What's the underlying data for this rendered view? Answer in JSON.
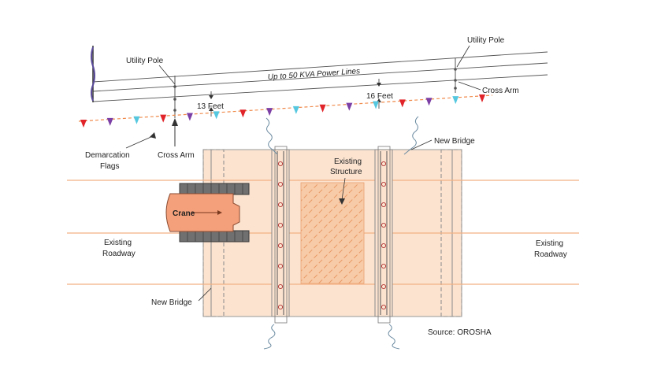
{
  "labels": {
    "utility_pole_left": "Utility Pole",
    "utility_pole_right": "Utility Pole",
    "power_lines": "Up to 50 KVA Power Lines",
    "clearance_13": "13 Feet",
    "clearance_16": "16 Feet",
    "cross_arm_left": "Cross Arm",
    "cross_arm_right": "Cross Arm",
    "demarcation_flags_line1": "Demarcation",
    "demarcation_flags_line2": "Flags",
    "new_bridge_top": "New Bridge",
    "new_bridge_bottom": "New Bridge",
    "existing_structure_line1": "Existing",
    "existing_structure_line2": "Structure",
    "crane": "Crane",
    "existing_roadway_left_line1": "Existing",
    "existing_roadway_left_line2": "Roadway",
    "existing_roadway_right_line1": "Existing",
    "existing_roadway_right_line2": "Roadway",
    "source": "Source: OROSHA"
  },
  "colors": {
    "bridge_fill": "#fbe3d0",
    "bridge_stroke": "#8a8a8a",
    "roadway_line": "#f4b183",
    "structure_fill": "#f8cba8",
    "structure_hatch": "#e8a070",
    "crane_body": "#f4a07a",
    "crane_track": "#666666",
    "pile_stroke": "#b03030",
    "flag_red": "#e0242a",
    "flag_purple": "#7b3fa5",
    "flag_cyan": "#55c8e0",
    "flag_line": "#f08a4b",
    "power_line": "#555555"
  },
  "flags": {
    "colors_sequence": [
      "red",
      "purple",
      "cyan",
      "red",
      "purple",
      "cyan",
      "red",
      "purple",
      "cyan",
      "red",
      "purple",
      "cyan",
      "red",
      "purple",
      "cyan",
      "red"
    ]
  }
}
